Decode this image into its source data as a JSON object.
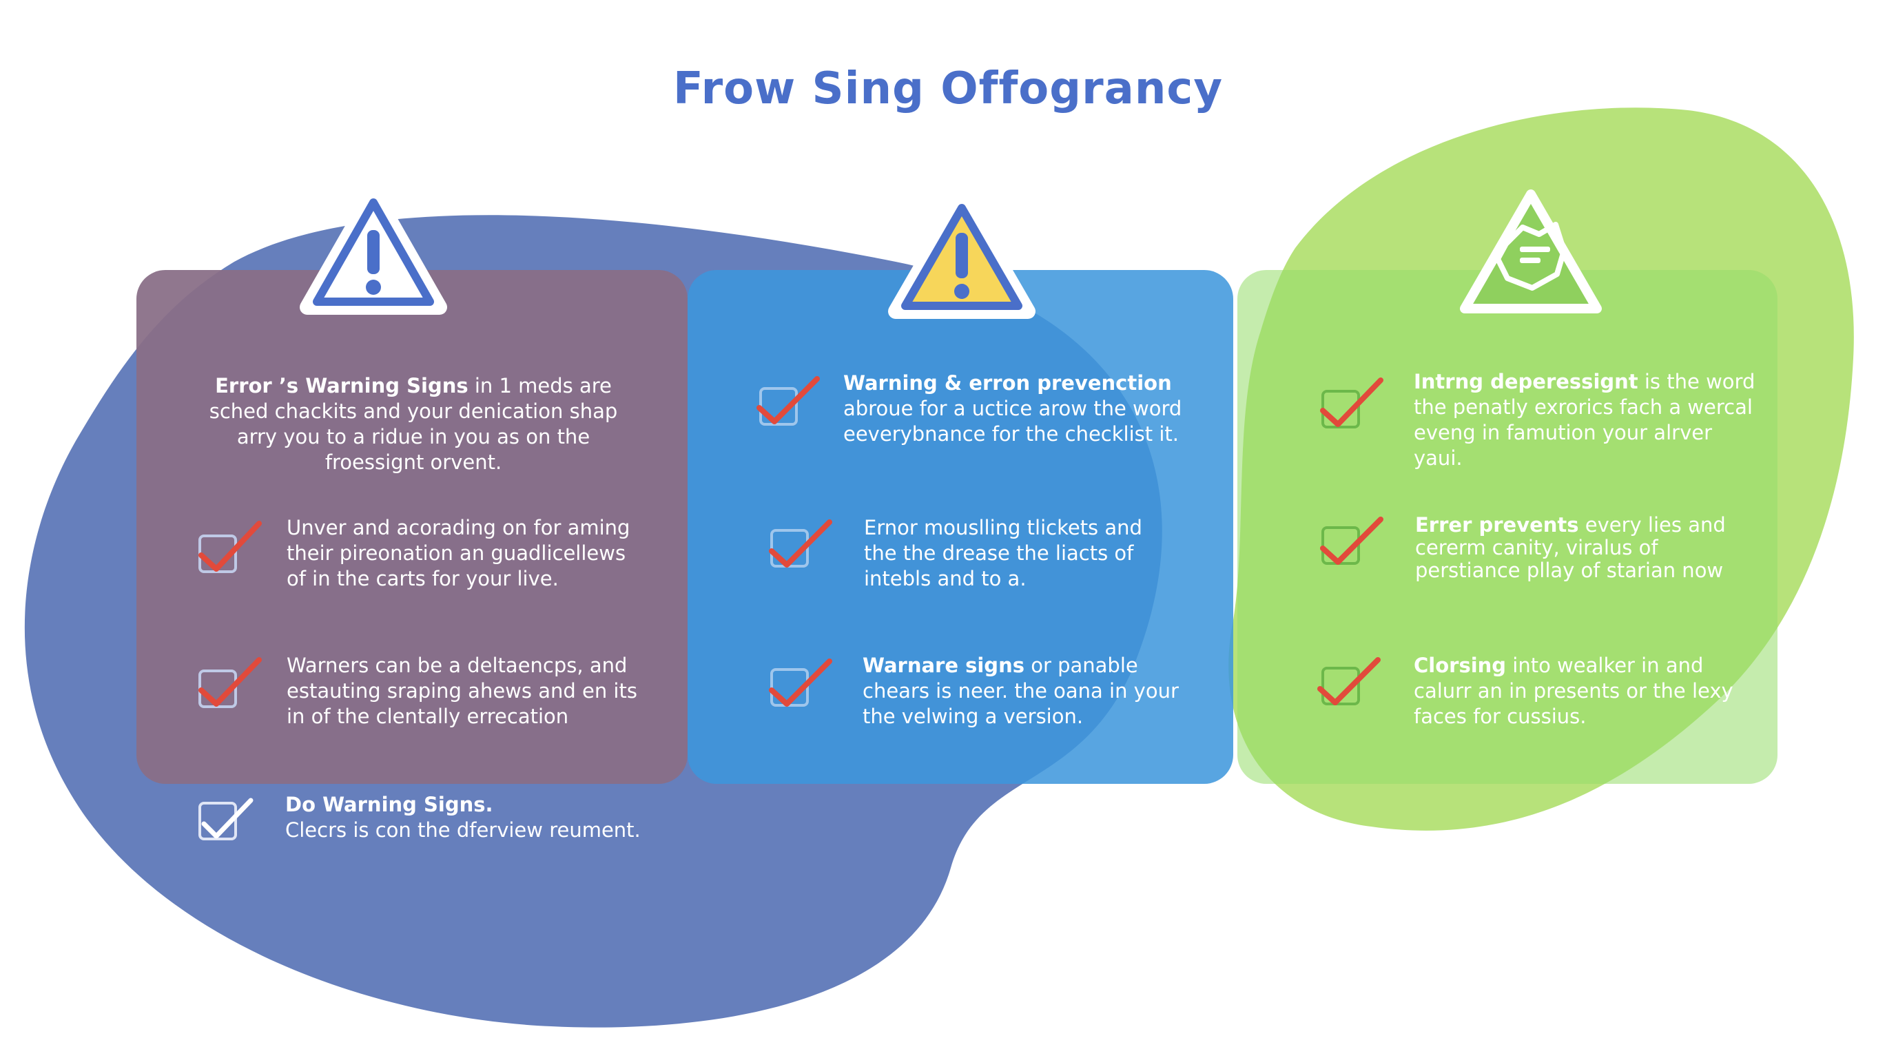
{
  "title": "Frow Sing  Offograncy",
  "colors": {
    "blue_blob": "#5e78b8",
    "green_blob": "#b7e27a",
    "panel_purple": "#896e87",
    "panel_blue": "#3c96dc",
    "panel_green": "#96dc69",
    "check_red": "#e24a3b",
    "title_blue": "#4a6fc9"
  },
  "columns": [
    {
      "icon": "warning-triangle-icon",
      "intro": {
        "bold": "Error ’s Warning Signs",
        "rest": " in 1 meds are sched chackits and your denication shap arry you to a ridue in you as on the froessignt orvent."
      },
      "items": [
        {
          "bold": "",
          "text": "Unver and acorading on for aming their pireonation an guadlicellews of in the carts for your live."
        },
        {
          "bold": "",
          "text": "Warners can be a deltaencps, and estauting sraping ahews and en its in of the clentally errecation"
        },
        {
          "bold": "Do Warning Signs.",
          "text": "Clecrs is con the dferview reument."
        }
      ]
    },
    {
      "icon": "warning-triangle-icon",
      "intro": {
        "bold": "Warning & erron prevenction",
        "rest": "abroue for a uctice arow the word eeverybnance for the checklist it."
      },
      "items": [
        {
          "bold": "",
          "text": "Ernor mouslling tlickets and the the drease the liacts of intebls and to a."
        },
        {
          "bold": "Warnare signs",
          "text": " or panable chears is neer. the oana in your the velwing a version."
        }
      ]
    },
    {
      "icon": "shield-map-icon",
      "intro": {
        "bold": "Intrng deperessignt",
        "rest": " is the word the penatly exrorics fach a wercal eveng in famution your alrver yaui."
      },
      "items": [
        {
          "bold": "Errer prevents",
          "text": " every lies and cererm canity, viralus of perstiance pllay of starian now"
        },
        {
          "bold": "Clorsing",
          "text": " into wealker in and calurr an in presents or the lexy faces for cussius."
        }
      ]
    }
  ]
}
